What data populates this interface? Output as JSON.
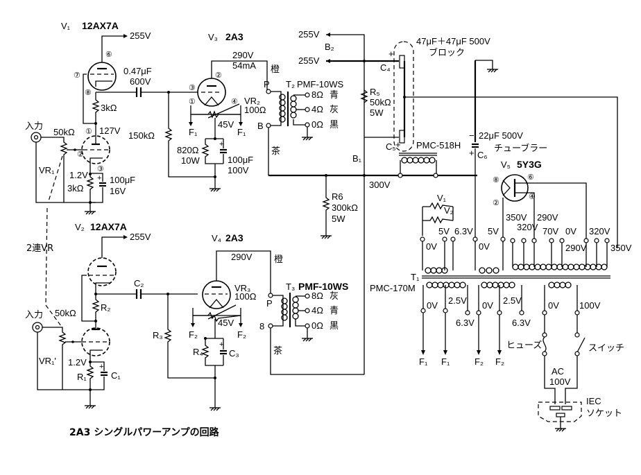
{
  "title": "2A3 シングルパワーアンプの回路",
  "tubes": {
    "v1": {
      "label": "V₁",
      "type": "12AX7A"
    },
    "v2": {
      "label": "V₂",
      "type": "12AX7A"
    },
    "v3": {
      "label": "V₃",
      "type": "2A3"
    },
    "v4": {
      "label": "V₄",
      "type": "2A3"
    },
    "v5": {
      "label": "V₅",
      "type": "5Y3G"
    }
  },
  "pins": {
    "p1": "①",
    "p2": "②",
    "p3": "③",
    "p4": "④",
    "p6": "⑥",
    "p7": "⑦",
    "p8": "⑧"
  },
  "ch1": {
    "input_label": "入力",
    "vr1_value": "50kΩ",
    "vr1_label": "VR₁",
    "plate_supply": "255V",
    "coupling_cap": "0.47μF",
    "coupling_cap_voltage": "600V",
    "load_res": "3kΩ",
    "node_voltage": "127V",
    "cathode_voltage": "1.2V",
    "cathode_res": "3kΩ",
    "cathode_cap": "100μF",
    "cathode_cap_voltage": "16V",
    "grid_res": "150kΩ",
    "power_plate_voltage": "290V",
    "power_plate_current": "54mA",
    "vr2_label": "VR₂",
    "vr2_value": "100Ω",
    "bias_voltage": "45V",
    "filament_label": "F₁",
    "bias_res": "820Ω",
    "bias_res_power": "10W",
    "bias_cap": "100μF",
    "bias_cap_voltage": "100V",
    "ot_label": "T₂",
    "ot_model": "PMF-10WS",
    "ot_p": "P",
    "ot_b": "B",
    "wire_orange": "橙",
    "wire_brown": "茶",
    "taps": [
      {
        "ohm": "8Ω",
        "color": "青"
      },
      {
        "ohm": "4Ω",
        "color": "灰"
      },
      {
        "ohm": "0Ω",
        "color": "黒"
      }
    ]
  },
  "ch2": {
    "input_label": "入力",
    "vr1_value": "50kΩ",
    "vr1_label": "VR₁'",
    "gang_label": "2連VR",
    "plate_supply": "255V",
    "coupling_cap": "C₂",
    "load_res": "R₂",
    "cathode_voltage": "1.2V",
    "cathode_res": "R₁",
    "cathode_cap": "C₁",
    "grid_res": "R₃",
    "power_plate_voltage": "290V",
    "vr3_label": "VR₃",
    "vr3_value": "100Ω",
    "bias_voltage": "45V",
    "filament_label": "F₂",
    "bias_res": "R₄",
    "bias_cap": "C₃",
    "ot_label": "T₃",
    "ot_model": "PMF-10WS",
    "ot_p": "P",
    "ot_b": "8",
    "wire_orange": "橙",
    "wire_brown": "茶",
    "taps": [
      {
        "ohm": "8Ω",
        "color": "灰"
      },
      {
        "ohm": "4Ω",
        "color": "青"
      },
      {
        "ohm": "0Ω",
        "color": "黒"
      }
    ]
  },
  "supply": {
    "b2_label": "B₂",
    "b2_out1": "255V",
    "b2_out2": "255V",
    "b1_label": "B₁",
    "b1_voltage": "300V",
    "r5_label": "R₅",
    "r5_value": "50kΩ",
    "r5_power": "5W",
    "r6_label": "R6",
    "r6_value": "300kΩ",
    "r6_power": "5W",
    "block_cap": "47μF＋47μF 500V",
    "block_cap_note": "ブロック",
    "c4_label": "C₄",
    "c5_label": "C₅",
    "plus": "+",
    "minus": "−",
    "choke": "PMC-518H",
    "c6_value": "22μF 500V",
    "c6_label": "C₆",
    "choke_note": "チューブラー"
  },
  "transformer": {
    "label": "T₁",
    "model": "PMC-170M",
    "heater_v1": "V₁",
    "heater_v2": "V₂",
    "sec1": [
      "0V",
      "5V",
      "6.3V"
    ],
    "sec2": [
      "0V",
      "5V"
    ],
    "hv_taps": [
      "350V",
      "320V",
      "290V",
      "70V",
      "0V",
      "290V",
      "320V",
      "350V"
    ],
    "fil1": [
      "0V",
      "2.5V",
      "6.3V"
    ],
    "fil2": [
      "0V",
      "2.5V",
      "6.3V"
    ],
    "fil_out1": [
      "F₁",
      "F₁"
    ],
    "fil_out2": [
      "F₂",
      "F₂"
    ],
    "primary": [
      "0V",
      "100V"
    ],
    "fuse": "ヒューズ",
    "switch": "スイッチ",
    "ac": "AC",
    "ac_v": "100V",
    "socket1": "IEC",
    "socket2": "ソケット"
  }
}
